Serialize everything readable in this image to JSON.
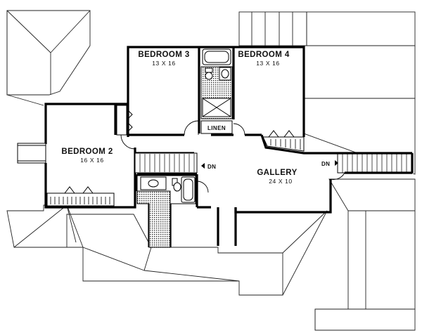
{
  "rooms": {
    "bedroom3": {
      "name": "BEDROOM 3",
      "dims": "13 X 16"
    },
    "bedroom4": {
      "name": "BEDROOM 4",
      "dims": "13 X 16"
    },
    "bedroom2": {
      "name": "BEDROOM 2",
      "dims": "16 X 16"
    },
    "gallery": {
      "name": "GALLERY",
      "dims": "24 X 10"
    }
  },
  "labels": {
    "linen": "LINEN",
    "dn_stair_left": "DN",
    "dn_stair_right": "DN"
  }
}
